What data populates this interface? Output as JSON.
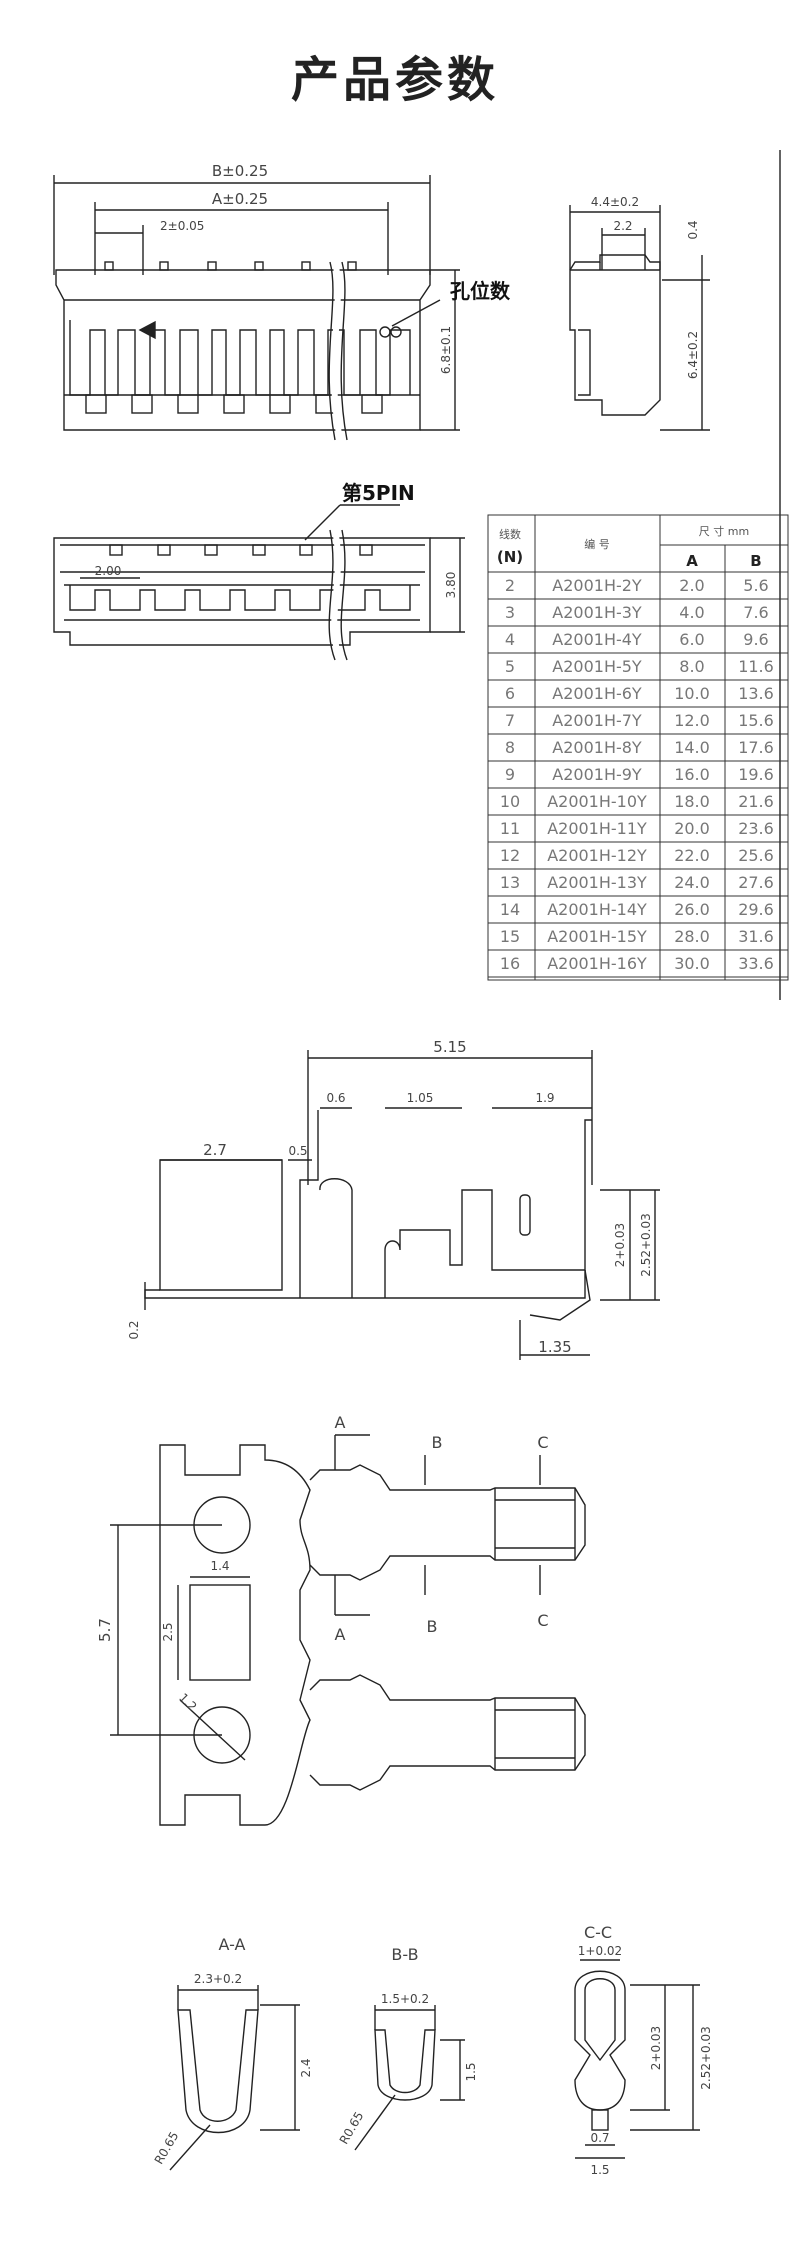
{
  "title": "产品参数",
  "header_view": {
    "b_dim": "B±0.25",
    "a_dim": "A±0.25",
    "pitch_dim": "2±0.05",
    "height_dim": "6.8±0.1",
    "hole_label": "孔位数"
  },
  "side_view": {
    "width_dim": "4.4±0.2",
    "inner_dim": "2.2",
    "top_dim": "0.4",
    "height_dim": "6.4±0.2"
  },
  "top_view": {
    "pin5_label": "第5PIN",
    "pitch_dim": "2.00",
    "depth_dim": "3.80"
  },
  "table": {
    "col_n_top": "线数",
    "col_n_bottom": "(N)",
    "col_part": "编 号",
    "col_size": "尺 寸 mm",
    "col_a": "A",
    "col_b": "B",
    "rows": [
      {
        "n": "2",
        "part": "A2001H-2Y",
        "a": "2.0",
        "b": "5.6"
      },
      {
        "n": "3",
        "part": "A2001H-3Y",
        "a": "4.0",
        "b": "7.6"
      },
      {
        "n": "4",
        "part": "A2001H-4Y",
        "a": "6.0",
        "b": "9.6"
      },
      {
        "n": "5",
        "part": "A2001H-5Y",
        "a": "8.0",
        "b": "11.6"
      },
      {
        "n": "6",
        "part": "A2001H-6Y",
        "a": "10.0",
        "b": "13.6"
      },
      {
        "n": "7",
        "part": "A2001H-7Y",
        "a": "12.0",
        "b": "15.6"
      },
      {
        "n": "8",
        "part": "A2001H-8Y",
        "a": "14.0",
        "b": "17.6"
      },
      {
        "n": "9",
        "part": "A2001H-9Y",
        "a": "16.0",
        "b": "19.6"
      },
      {
        "n": "10",
        "part": "A2001H-10Y",
        "a": "18.0",
        "b": "21.6"
      },
      {
        "n": "11",
        "part": "A2001H-11Y",
        "a": "20.0",
        "b": "23.6"
      },
      {
        "n": "12",
        "part": "A2001H-12Y",
        "a": "22.0",
        "b": "25.6"
      },
      {
        "n": "13",
        "part": "A2001H-13Y",
        "a": "24.0",
        "b": "27.6"
      },
      {
        "n": "14",
        "part": "A2001H-14Y",
        "a": "26.0",
        "b": "29.6"
      },
      {
        "n": "15",
        "part": "A2001H-15Y",
        "a": "28.0",
        "b": "31.6"
      },
      {
        "n": "16",
        "part": "A2001H-16Y",
        "a": "30.0",
        "b": "33.6"
      }
    ]
  },
  "terminal_side": {
    "total": "5.15",
    "d06": "0.6",
    "d105": "1.05",
    "d19": "1.9",
    "d27": "2.7",
    "d05": "0.5",
    "h2": "2+0.03",
    "h252": "2.52+0.03",
    "d02": "0.2",
    "d135": "1.35"
  },
  "terminal_strip": {
    "A": "A",
    "B": "B",
    "C": "C",
    "pitch": "5.7",
    "w14": "1.4",
    "h25": "2.5",
    "dia": "1.2"
  },
  "sections": {
    "aa_title": "A-A",
    "aa_width": "2.3+0.2",
    "aa_height": "2.4",
    "aa_radius": "R0.65",
    "bb_title": "B-B",
    "bb_width": "1.5+0.2",
    "bb_height": "1.5",
    "bb_radius": "R0.65",
    "cc_title": "C-C",
    "cc_top": "1+0.02",
    "cc_h2": "2+0.03",
    "cc_h252": "2.52+0.03",
    "cc_w07": "0.7",
    "cc_w15": "1.5"
  }
}
